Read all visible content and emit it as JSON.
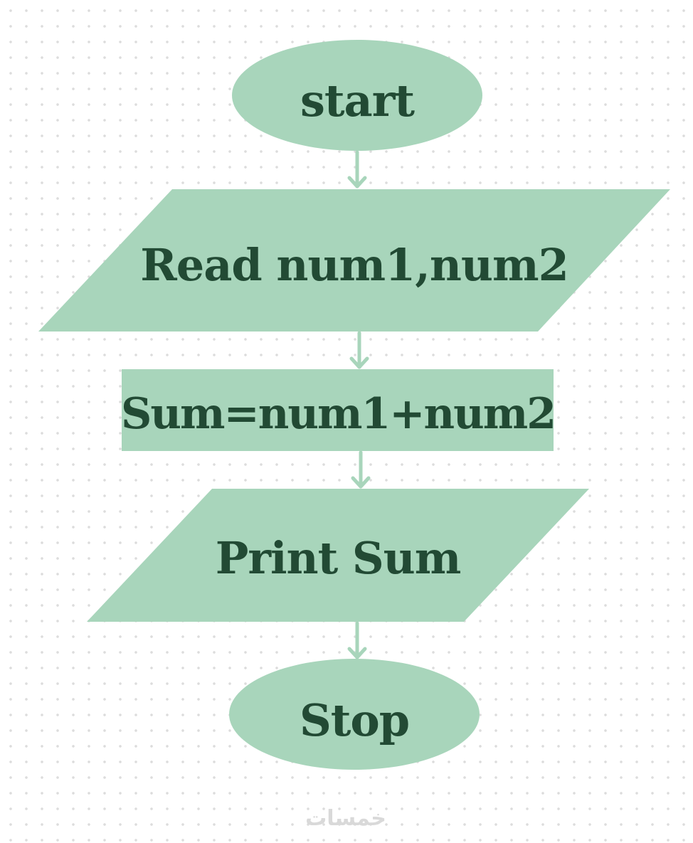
{
  "colors": {
    "shape_fill": "#a8d5bb",
    "text": "#224a34",
    "connector": "#a8d5bb",
    "background": "#ffffff",
    "dots": "#dcdcdc",
    "watermark": "#d9d9d9"
  },
  "flowchart": {
    "nodes": [
      {
        "id": "start",
        "shape": "terminator",
        "label": "start"
      },
      {
        "id": "read",
        "shape": "input-output",
        "label": "Read num1,num2"
      },
      {
        "id": "sum",
        "shape": "process",
        "label": "Sum=num1+num2"
      },
      {
        "id": "print",
        "shape": "input-output",
        "label": "Print Sum"
      },
      {
        "id": "stop",
        "shape": "terminator",
        "label": "Stop"
      }
    ],
    "edges": [
      {
        "from": "start",
        "to": "read"
      },
      {
        "from": "read",
        "to": "sum"
      },
      {
        "from": "sum",
        "to": "print"
      },
      {
        "from": "print",
        "to": "stop"
      }
    ]
  },
  "watermark": {
    "text": "خمسات"
  }
}
